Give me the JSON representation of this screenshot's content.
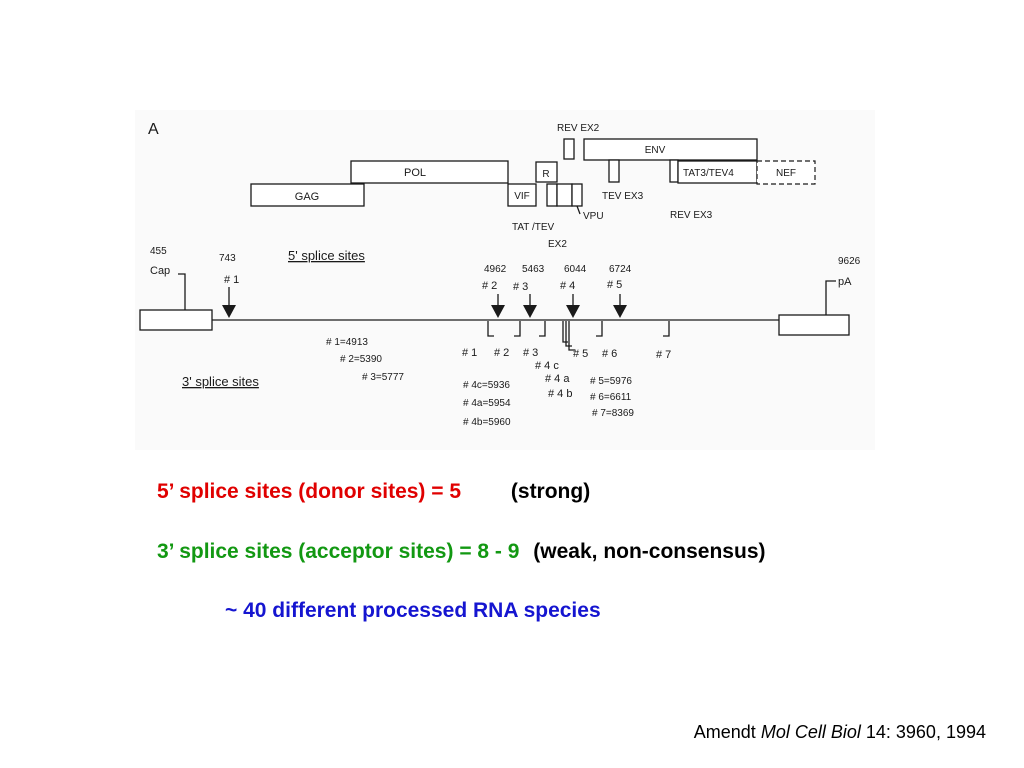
{
  "figure": {
    "panel_label": "A",
    "genes": {
      "gag": "GAG",
      "pol": "POL",
      "vif": "VIF",
      "r": "R",
      "vpu": "VPU",
      "tat_tev": "TAT /TEV",
      "ex2": "EX2",
      "rev_ex2": "REV EX2",
      "env": "ENV",
      "tev_ex3": "TEV EX3",
      "tat3_tev4": "TAT3/TEV4",
      "rev_ex3": "REV EX3",
      "nef": "NEF"
    },
    "cap_num": "455",
    "cap_label": "Cap",
    "pa_num": "9626",
    "pa_label": "pA",
    "five_prime_heading": "5'  splice  sites",
    "three_prime_heading": "3'  splice  sites",
    "donors": [
      {
        "pos": "743",
        "label": "# 1"
      },
      {
        "pos": "4962",
        "label": "# 2"
      },
      {
        "pos": "5463",
        "label": "# 3"
      },
      {
        "pos": "6044",
        "label": "# 4"
      },
      {
        "pos": "6724",
        "label": "# 5"
      }
    ],
    "acceptor_labels": [
      "# 1",
      "# 2",
      "# 3",
      "# 4 c",
      "# 5",
      "# 6",
      "# 7",
      "# 4 a",
      "# 4 b"
    ],
    "acceptor_values_left": [
      "# 1=4913",
      "# 2=5390",
      "# 3=5777"
    ],
    "acceptor_values_mid": [
      "# 4c=5936",
      "# 4a=5954",
      "# 4b=5960"
    ],
    "acceptor_values_right": [
      "# 5=5976",
      "# 6=6611",
      "# 7=8369"
    ]
  },
  "captions": {
    "line1_main": "5’ splice sites (donor sites)  =  5",
    "line1_note": "(strong)",
    "line2_main": "3’ splice sites (acceptor sites)  =  8 - 9",
    "line2_note": "(weak, non-consensus)",
    "line3": "~ 40 different processed RNA species"
  },
  "citation": {
    "author": "Amendt",
    "journal": "Mol Cell Biol",
    "ref": "14: 3960, 1994"
  },
  "colors": {
    "donor": "#e00000",
    "acceptor": "#129812",
    "species": "#1515d0",
    "text": "#000000"
  }
}
